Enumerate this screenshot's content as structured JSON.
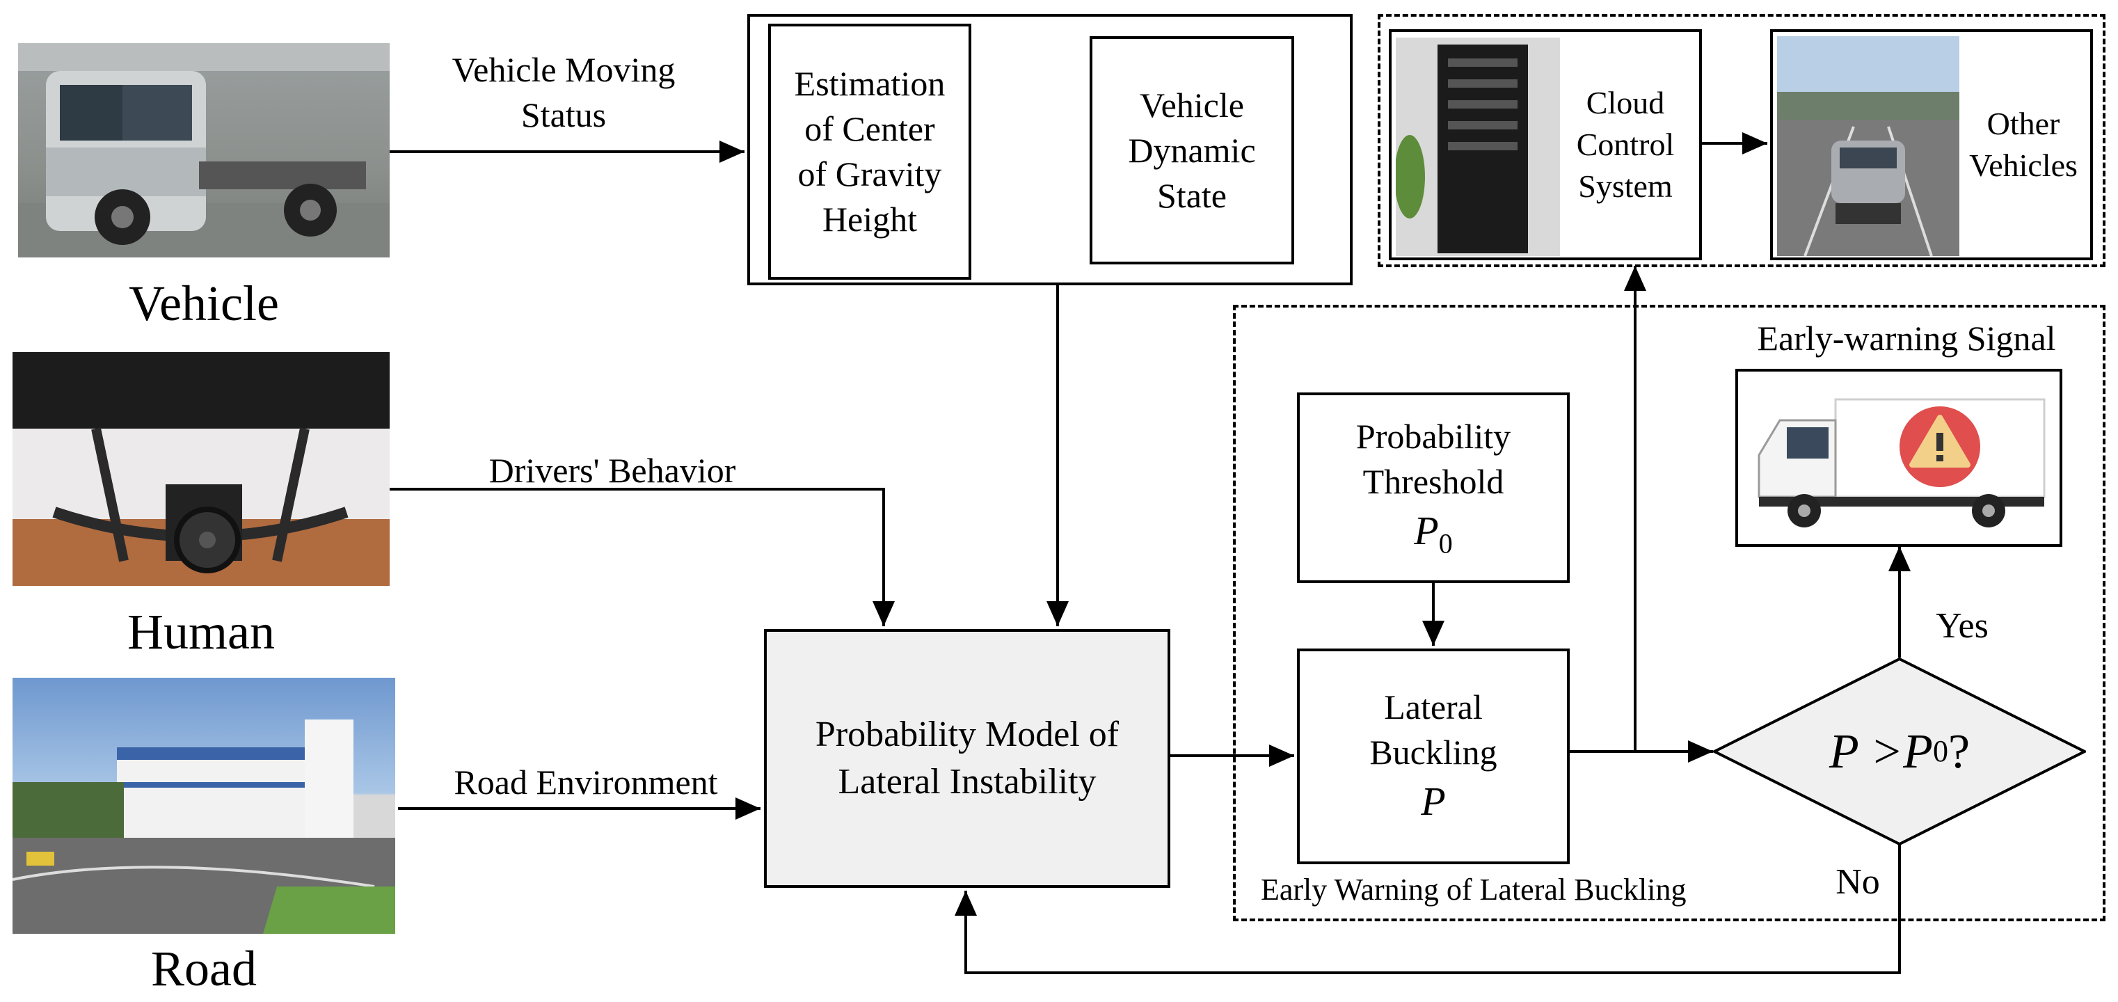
{
  "inputs": {
    "vehicle": {
      "label": "Vehicle",
      "arrow_label": "Vehicle Moving\nStatus"
    },
    "human": {
      "label": "Human",
      "arrow_label": "Drivers' Behavior"
    },
    "road": {
      "label": "Road",
      "arrow_label": "Road Environment"
    }
  },
  "estimation": {
    "cog_label": "Estimation\nof Center\nof Gravity\nHeight",
    "dynamic_label": "Vehicle\nDynamic\nState"
  },
  "model": {
    "label": "Probability Model of\nLateral Instability"
  },
  "early_warning": {
    "region_label": "Early Warning of Lateral Buckling",
    "threshold_label": "Probability\nThreshold",
    "threshold_symbol": "P",
    "threshold_sub": "0",
    "buckling_label": "Lateral\nBuckling",
    "buckling_symbol": "P",
    "decision_text": "P >P",
    "decision_sub": "0",
    "decision_q": " ?",
    "yes_label": "Yes",
    "no_label": "No",
    "signal_label": "Early-warning Signal"
  },
  "cloud": {
    "system_label": "Cloud\nControl\nSystem",
    "other_label": "Other\nVehicles"
  },
  "colors": {
    "stroke": "#000000",
    "model_fill": "#f0f0f0",
    "decision_fill": "#f0f0f0",
    "warning_red": "#e04e4e",
    "warning_yellow": "#f3d089"
  }
}
